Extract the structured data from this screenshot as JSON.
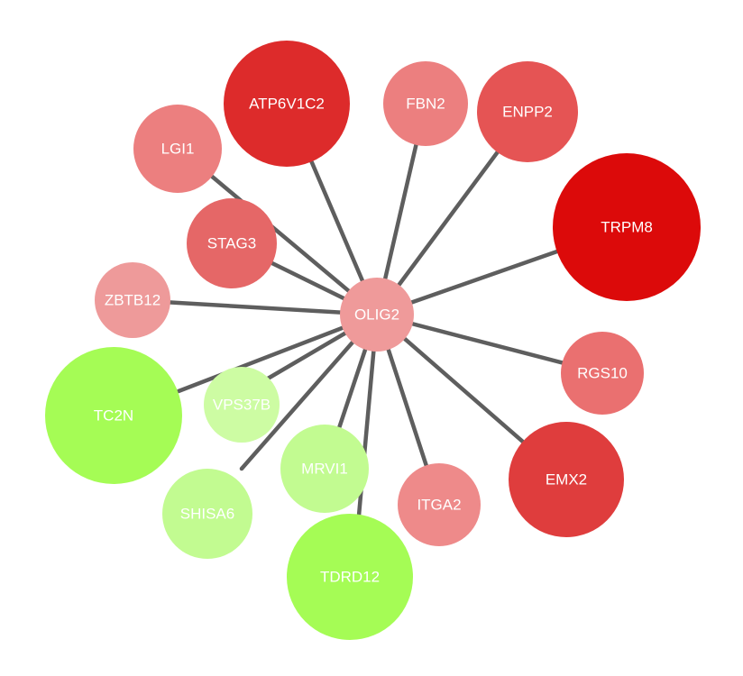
{
  "network": {
    "center": "OLIG2",
    "nodes": [
      {
        "id": "ATP6V1C2",
        "label": "ATP6V1C2",
        "color": "#dd2b2b"
      },
      {
        "id": "FBN2",
        "label": "FBN2",
        "color": "#ec7f7f"
      },
      {
        "id": "ENPP2",
        "label": "ENPP2",
        "color": "#e55454"
      },
      {
        "id": "LGI1",
        "label": "LGI1",
        "color": "#ec7f7f"
      },
      {
        "id": "STAG3",
        "label": "STAG3",
        "color": "#e56767"
      },
      {
        "id": "TRPM8",
        "label": "TRPM8",
        "color": "#dc0a0a"
      },
      {
        "id": "ZBTB12",
        "label": "ZBTB12",
        "color": "#ee9a9a"
      },
      {
        "id": "OLIG2",
        "label": "OLIG2",
        "color": "#ef9a9a"
      },
      {
        "id": "RGS10",
        "label": "RGS10",
        "color": "#ea7070"
      },
      {
        "id": "TC2N",
        "label": "TC2N",
        "color": "#a5fc55"
      },
      {
        "id": "VPS37B",
        "label": "VPS37B",
        "color": "#cdfca3"
      },
      {
        "id": "EMX2",
        "label": "EMX2",
        "color": "#df3d3d"
      },
      {
        "id": "MRVI1",
        "label": "MRVI1",
        "color": "#c2fb91"
      },
      {
        "id": "ITGA2",
        "label": "ITGA2",
        "color": "#ee8a8a"
      },
      {
        "id": "SHISA6",
        "label": "SHISA6",
        "color": "#c2fb91"
      },
      {
        "id": "TDRD12",
        "label": "TDRD12",
        "color": "#a5fc55"
      }
    ],
    "edges": [
      [
        "OLIG2",
        "ATP6V1C2"
      ],
      [
        "OLIG2",
        "FBN2"
      ],
      [
        "OLIG2",
        "ENPP2"
      ],
      [
        "OLIG2",
        "LGI1"
      ],
      [
        "OLIG2",
        "STAG3"
      ],
      [
        "OLIG2",
        "TRPM8"
      ],
      [
        "OLIG2",
        "ZBTB12"
      ],
      [
        "OLIG2",
        "RGS10"
      ],
      [
        "OLIG2",
        "TC2N"
      ],
      [
        "OLIG2",
        "VPS37B"
      ],
      [
        "OLIG2",
        "EMX2"
      ],
      [
        "OLIG2",
        "MRVI1"
      ],
      [
        "OLIG2",
        "ITGA2"
      ],
      [
        "OLIG2",
        "SHISA6"
      ],
      [
        "OLIG2",
        "TDRD12"
      ]
    ]
  }
}
